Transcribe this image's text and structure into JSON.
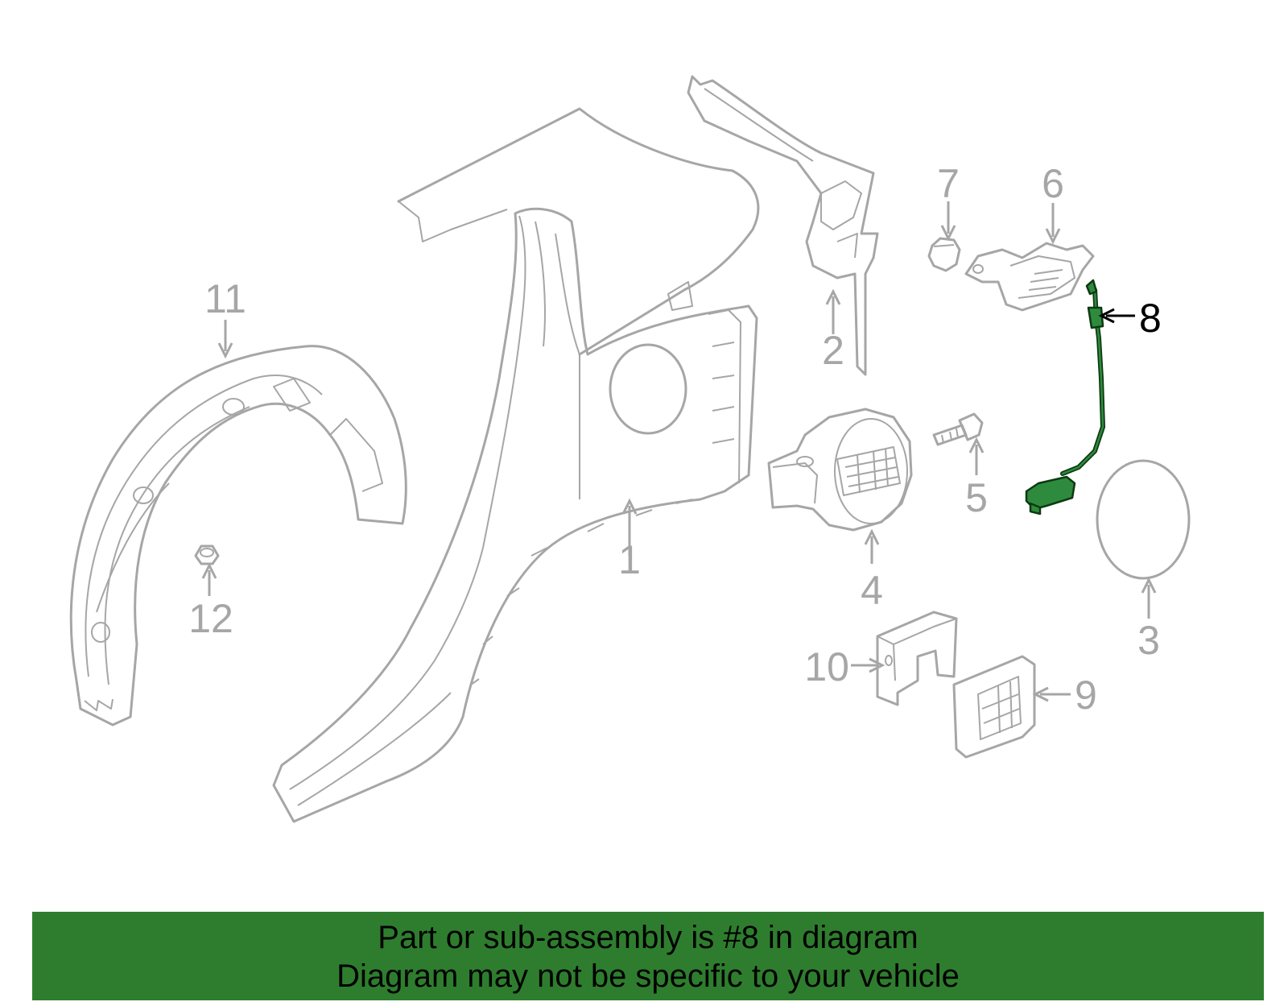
{
  "diagram": {
    "callouts": {
      "c1": "1",
      "c2": "2",
      "c3": "3",
      "c4": "4",
      "c5": "5",
      "c6": "6",
      "c7": "7",
      "c8": "8",
      "c9": "9",
      "c10": "10",
      "c11": "11",
      "c12": "12"
    },
    "highlighted_part": "8",
    "colors": {
      "part_outline": "#a6a6a6",
      "highlight": "#2e8b3e",
      "banner": "#2e7d2e"
    }
  },
  "banner": {
    "line1": "Part or sub-assembly is #8 in diagram",
    "line2": "Diagram may not be specific to your vehicle"
  }
}
